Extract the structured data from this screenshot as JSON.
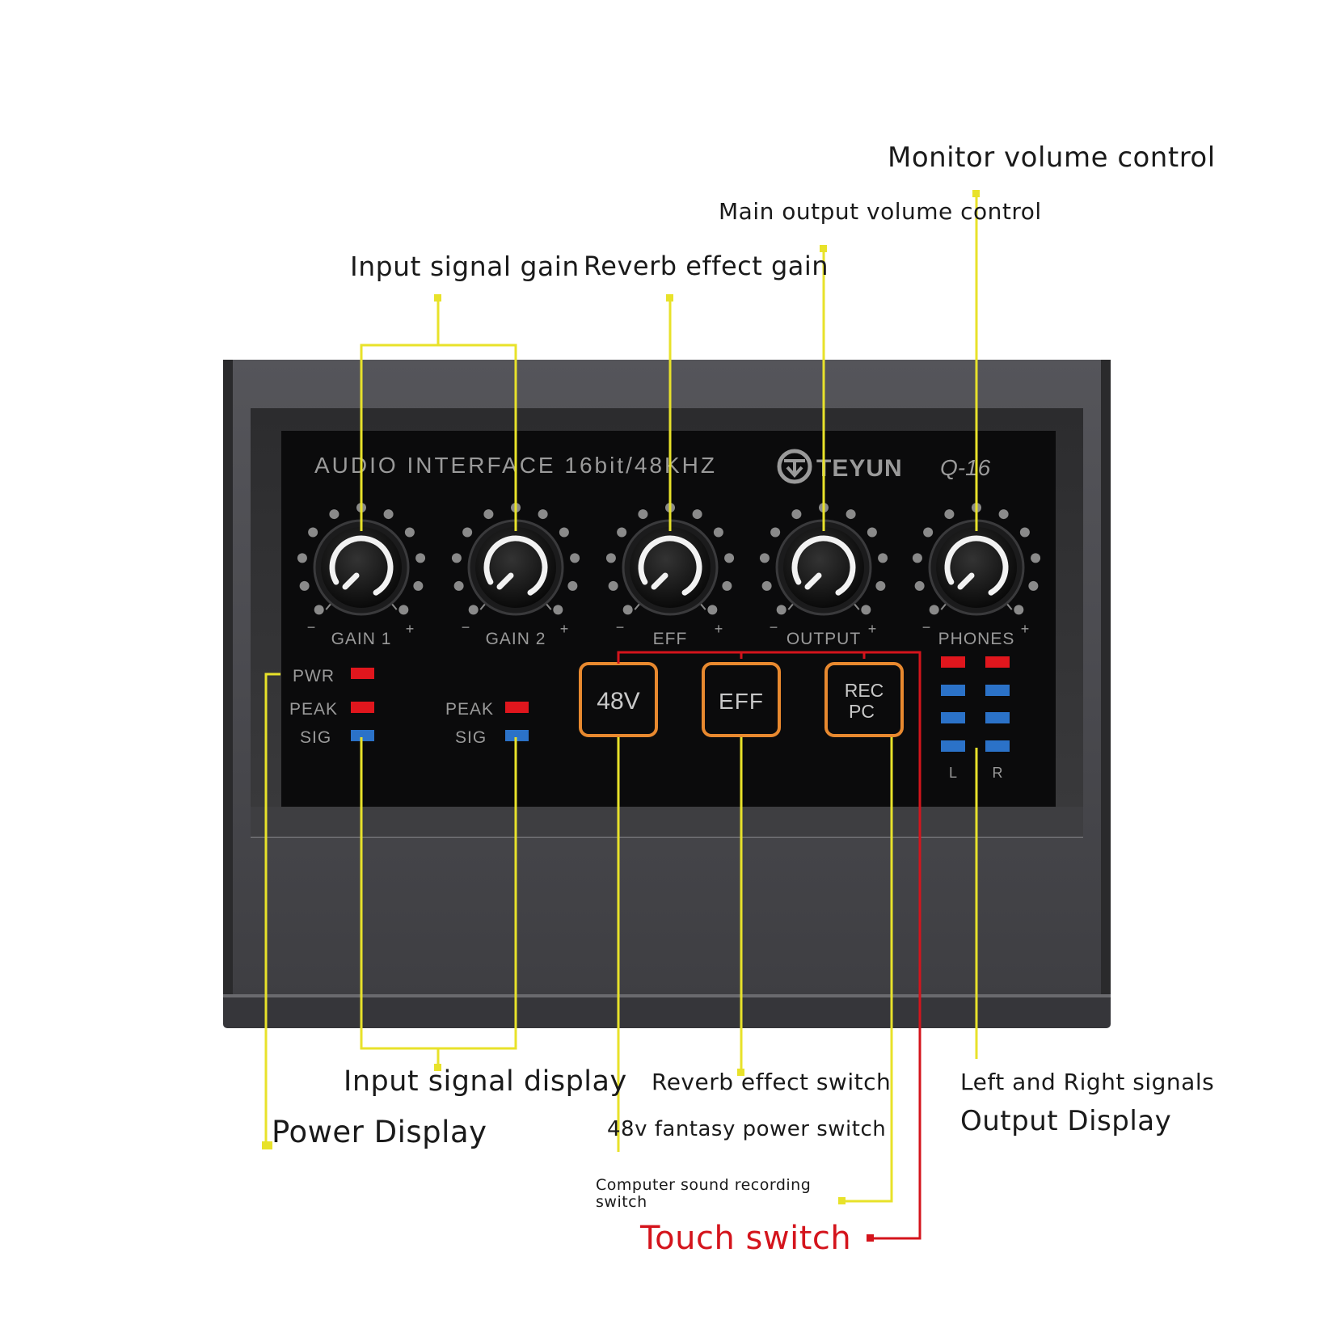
{
  "callouts": {
    "monitor_volume": "Monitor volume control",
    "main_output_volume": "Main output volume control",
    "input_signal_gain": "Input signal gain",
    "reverb_effect_gain": "Reverb effect gain",
    "input_signal_display": "Input signal display",
    "reverb_effect_switch": "Reverb effect switch",
    "lr_signals": "Left and Right signals",
    "output_display": "Output Display",
    "power_display": "Power Display",
    "fantasy_power_switch": "48v fantasy power switch",
    "computer_recording_switch": "Computer sound recording switch",
    "touch_switch": "Touch switch"
  },
  "device": {
    "header": "AUDIO INTERFACE  16bit/48KHZ",
    "brand": "TEYUN",
    "model": "Q-16",
    "knobs": [
      {
        "label": "GAIN 1",
        "minus": "−",
        "plus": "+"
      },
      {
        "label": "GAIN 2",
        "minus": "−",
        "plus": "+"
      },
      {
        "label": "EFF",
        "minus": "−",
        "plus": "+"
      },
      {
        "label": "OUTPUT",
        "minus": "−",
        "plus": "+"
      },
      {
        "label": "PHONES",
        "minus": "−",
        "plus": "+"
      }
    ],
    "ch1_leds": {
      "pwr": "PWR",
      "peak": "PEAK",
      "sig": "SIG"
    },
    "ch2_leds": {
      "peak": "PEAK",
      "sig": "SIG"
    },
    "buttons": {
      "b48v": "48V",
      "eff": "EFF",
      "rec_line1": "REC",
      "rec_line2": "PC"
    },
    "meter": {
      "left": "L",
      "right": "R"
    }
  },
  "colors": {
    "callout_line": "#e8e22a",
    "touch_line": "#d4141c",
    "button_border": "#e8892f",
    "led_red": "#e0161d",
    "led_blue": "#2b72c8"
  }
}
